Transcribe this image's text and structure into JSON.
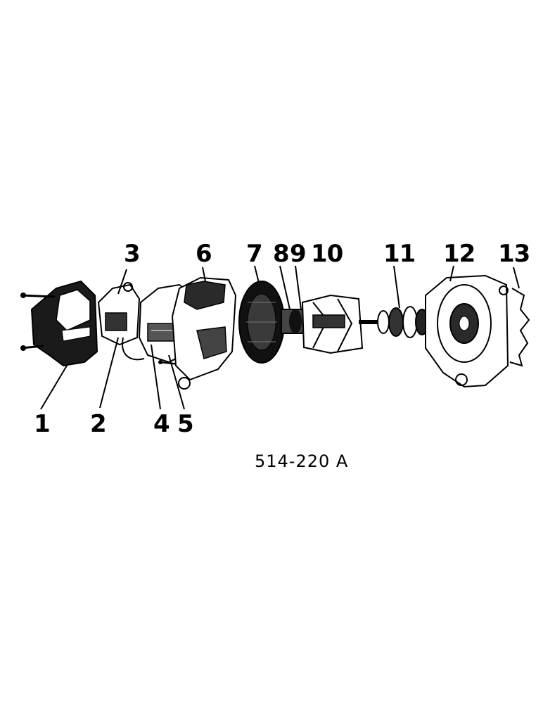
{
  "diagram": {
    "reference_number": "514-220 A",
    "callouts": [
      "1",
      "2",
      "3",
      "4",
      "5",
      "6",
      "7",
      "8",
      "9",
      "10",
      "11",
      "12",
      "13"
    ]
  },
  "colors": {
    "ink": "#000000",
    "paper": "#ffffff",
    "shade": "#3a3a3a"
  }
}
